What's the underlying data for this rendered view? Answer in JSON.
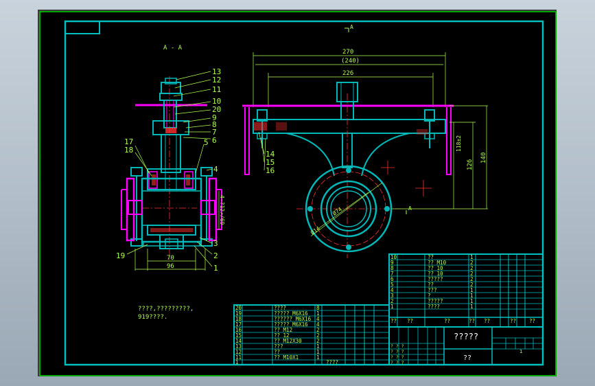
{
  "colors": {
    "background": "#000000",
    "border": "#00e000",
    "frame": "#00c0c0",
    "part": "#00b8b8",
    "gasket": "#ff00ff",
    "dimension": "#b0ff50",
    "centerline": "#ff3030",
    "text": "#ffffff"
  },
  "section_label": "A - A",
  "section_marker": "A",
  "notes": {
    "line1": "????,?????????,",
    "line2": "919????."
  },
  "left_view": {
    "balloons": [
      "13",
      "12",
      "11",
      "10",
      "20",
      "9",
      "8",
      "7",
      "6",
      "5",
      "4",
      "17",
      "18",
      "19",
      "3",
      "2",
      "1"
    ],
    "dims": {
      "bottom_inner": "70",
      "bottom_outer": "96",
      "side": "4-?12↗/69"
    }
  },
  "right_view": {
    "balloons": [
      "14",
      "15",
      "16"
    ],
    "dims": {
      "top_overall": "270",
      "top_second": "(240)",
      "top_third": "226",
      "height_a": "118±2",
      "height_b": "126",
      "height_c": "140",
      "bore_a": "Ø74",
      "bore_b": "Ø14"
    }
  },
  "parts_list_right": [
    {
      "no": "10",
      "name": "??",
      "qty": "1"
    },
    {
      "no": "9",
      "name": "?? M10",
      "qty": "2"
    },
    {
      "no": "8",
      "name": "?? 10",
      "qty": "2"
    },
    {
      "no": "7",
      "name": "?? 10",
      "qty": "2"
    },
    {
      "no": "6",
      "name": "?????",
      "qty": "2"
    },
    {
      "no": "5",
      "name": "??",
      "qty": "2"
    },
    {
      "no": "4",
      "name": "???",
      "qty": "1"
    },
    {
      "no": "3",
      "name": "?",
      "qty": "1"
    },
    {
      "no": "2",
      "name": "?????",
      "qty": "1"
    },
    {
      "no": "1",
      "name": "????",
      "qty": "1"
    }
  ],
  "parts_header_right": [
    "??",
    "??",
    "??",
    "??",
    "??",
    "??",
    "??"
  ],
  "parts_list_left": [
    {
      "no": "20",
      "name": "????",
      "qty": "8"
    },
    {
      "no": "19",
      "name": "????? M6X16",
      "qty": "1"
    },
    {
      "no": "18",
      "name": "?????? M6X16",
      "qty": "4"
    },
    {
      "no": "17",
      "name": "????? M6X16",
      "qty": "4"
    },
    {
      "no": "16",
      "name": "?? M12",
      "qty": "2"
    },
    {
      "no": "15",
      "name": "?? 12",
      "qty": "2"
    },
    {
      "no": "14",
      "name": "?? M12X30",
      "qty": "2"
    },
    {
      "no": "13",
      "name": "???",
      "qty": "1"
    },
    {
      "no": "12",
      "name": "??",
      "qty": "1"
    },
    {
      "no": "11",
      "name": "?? M10X1",
      "qty": "1"
    }
  ],
  "parts_footer_left": {
    "no": "1",
    "name": "????"
  },
  "title_block": {
    "drawing_name": "?????",
    "unit": "??",
    "small_rows": [
      "? ? ?",
      "? ? ?",
      "? ? ?",
      "? ? ?"
    ],
    "sheet": "1"
  }
}
